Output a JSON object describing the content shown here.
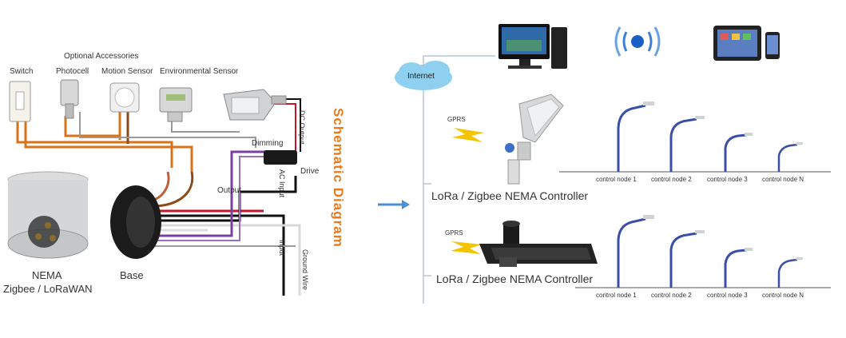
{
  "left_panel": {
    "optional_accessories": "Optional Accessories",
    "switch": "Switch",
    "photocell": "Photocell",
    "motion_sensor": "Motion Sensor",
    "environmental_sensor": "Environmental Sensor",
    "dimming": "Dimming",
    "dc_output": "DC Output",
    "drive": "Drive",
    "output": "Output",
    "ac_input": "AC Input",
    "input": "Input",
    "ground_wire": "Ground Wire",
    "nema_line1": "NEMA",
    "nema_line2": "Zigbee / LoRaWAN",
    "base": "Base",
    "title": "Schematic Diagram"
  },
  "right_panel": {
    "internet": "Internet",
    "gprs_top": "GPRS",
    "gprs_bottom": "GPRS",
    "controller_top": "LoRa / Zigbee NEMA Controller",
    "controller_bottom": "LoRa / Zigbee NEMA Controller",
    "nodes_top": [
      "control node 1",
      "control node 2",
      "control node 3",
      "control node N"
    ],
    "nodes_bottom": [
      "control node 1",
      "control node 2",
      "control node 3",
      "control node N"
    ]
  },
  "colors": {
    "title_orange": "#e87a1c",
    "arrow_blue": "#4a90d9",
    "pole_blue": "#3b4fa8",
    "gprs_yellow": "#f5c400"
  }
}
